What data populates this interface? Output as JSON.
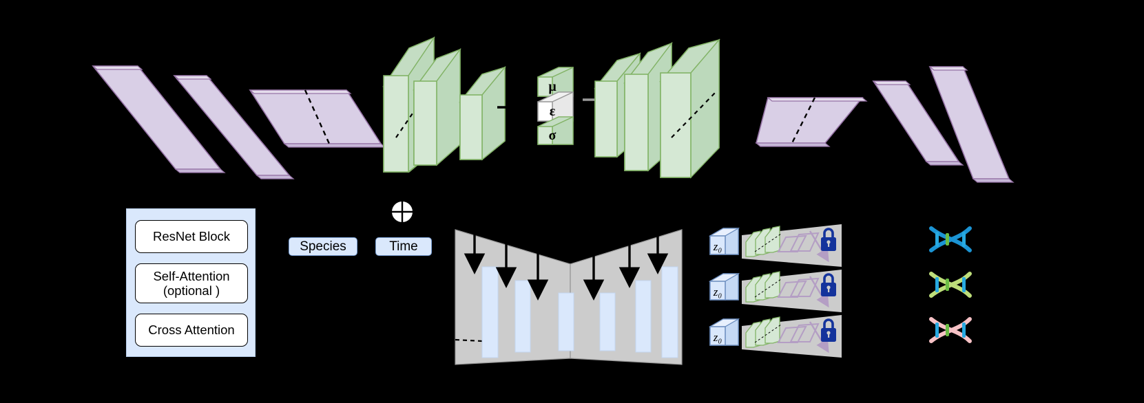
{
  "figure": {
    "type": "architecture-diagram",
    "background_color": "#000000",
    "title": ""
  },
  "palette": {
    "purple_fill": "#d9cfe6",
    "purple_stroke": "#9673a6",
    "purple_top": "#e4dcec",
    "purple_side": "#c7b8d8",
    "green_fill": "#d5e8d4",
    "green_stroke": "#82b366",
    "green_top": "#c4ddc3",
    "green_side": "#bcd9bb",
    "blue_fill": "#dae8fc",
    "blue_stroke": "#6c8ebf",
    "gray_fill": "#cccccc",
    "gray_stroke": "#999999",
    "white_fill": "#ffffff",
    "lock_color": "#14339c",
    "dna_blue": "#1b94d4",
    "dna_green": "#bede7a",
    "dna_pink": "#f7c2c6",
    "dna_rung_blue": "#27a9e1",
    "dna_rung_green": "#6cbe45",
    "arrow_gray": "#9a9a9a",
    "text_color": "#000000"
  },
  "encoder": {
    "name": "vae-encoder",
    "slabs": [
      {
        "label": "",
        "kind": "input-slab"
      },
      {
        "label": "",
        "kind": "input-slab"
      },
      {
        "label": "",
        "kind": "input-slab-dashed"
      }
    ],
    "blocks": [
      {
        "label": "",
        "kind": "resnet-block"
      },
      {
        "label": "",
        "kind": "resnet-block"
      },
      {
        "label": "",
        "kind": "resnet-block"
      }
    ]
  },
  "latent": {
    "name": "reparameterization",
    "mu": "μ",
    "epsilon": "ε",
    "sigma": "σ"
  },
  "decoder": {
    "name": "vae-decoder",
    "blocks": [
      {
        "label": "",
        "kind": "resnet-block"
      },
      {
        "label": "",
        "kind": "resnet-block"
      },
      {
        "label": "",
        "kind": "resnet-block"
      }
    ],
    "slabs": [
      {
        "label": "",
        "kind": "output-slab-dashed"
      },
      {
        "label": "",
        "kind": "output-slab"
      },
      {
        "label": "",
        "kind": "output-slab"
      }
    ]
  },
  "legend": {
    "name": "legend-panel",
    "items": [
      {
        "label": "ResNet Block"
      },
      {
        "label": "Self-Attention\n(optional )"
      },
      {
        "label": "Cross Attention"
      }
    ]
  },
  "conditioning": {
    "combine_icon": "circled-plus",
    "species_label": "Species",
    "time_label": "Time"
  },
  "unet": {
    "name": "denoising-unet",
    "down_arrows": 6,
    "bars": 6,
    "shape": "hourglass"
  },
  "sampling": {
    "name": "sampling-rows",
    "rows": [
      {
        "latent_label": "z₀",
        "lock_icon": "lock-icon",
        "dna_icon": "dna-icon",
        "dna_color": "#1b94d4"
      },
      {
        "latent_label": "z₀",
        "lock_icon": "lock-icon",
        "dna_icon": "dna-icon",
        "dna_color": "#bede7a"
      },
      {
        "latent_label": "z₀",
        "lock_icon": "lock-icon",
        "dna_icon": "dna-icon",
        "dna_color": "#f7c2c6"
      }
    ]
  }
}
